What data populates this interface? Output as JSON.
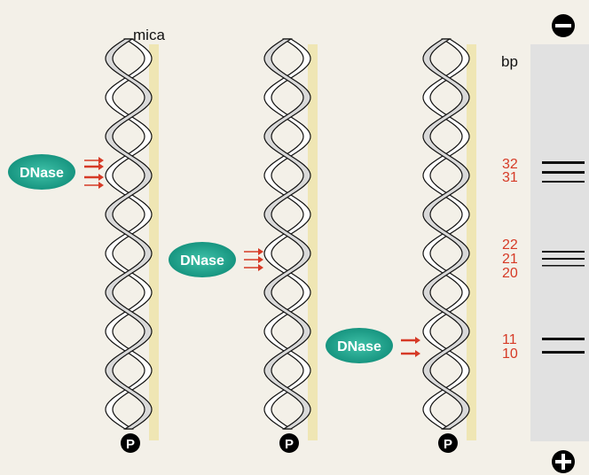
{
  "labels": {
    "mica": "mica",
    "bp": "bp",
    "enzyme": "DNase",
    "phosphate": "P",
    "negative": "−",
    "positive": "+"
  },
  "colors": {
    "background": "#f3f0e8",
    "mica_strip": "#efe6b4",
    "gel_lane": "#e1e1e1",
    "enzyme_fill": "#16a08a",
    "cut_arrows": "#d63a26",
    "bp_text": "#d63a26",
    "bands": "#111111"
  },
  "panels": [
    {
      "enzyme": "DNase",
      "arrow_count": 4
    },
    {
      "enzyme": "DNase",
      "arrow_count": 3
    },
    {
      "enzyme": "DNase",
      "arrow_count": 2
    }
  ],
  "gel": {
    "bp_labels": [
      "32",
      "31",
      "22",
      "21",
      "20",
      "11",
      "10"
    ],
    "bands": [
      {
        "bp": 32,
        "intensity": "strong"
      },
      {
        "bp": 31,
        "intensity": "strong"
      },
      {
        "bp": 30,
        "intensity": "weak"
      },
      {
        "bp": 22,
        "intensity": "medium"
      },
      {
        "bp": 21,
        "intensity": "medium"
      },
      {
        "bp": 20,
        "intensity": "weak"
      },
      {
        "bp": 11,
        "intensity": "strong"
      },
      {
        "bp": 10,
        "intensity": "strong"
      }
    ]
  }
}
